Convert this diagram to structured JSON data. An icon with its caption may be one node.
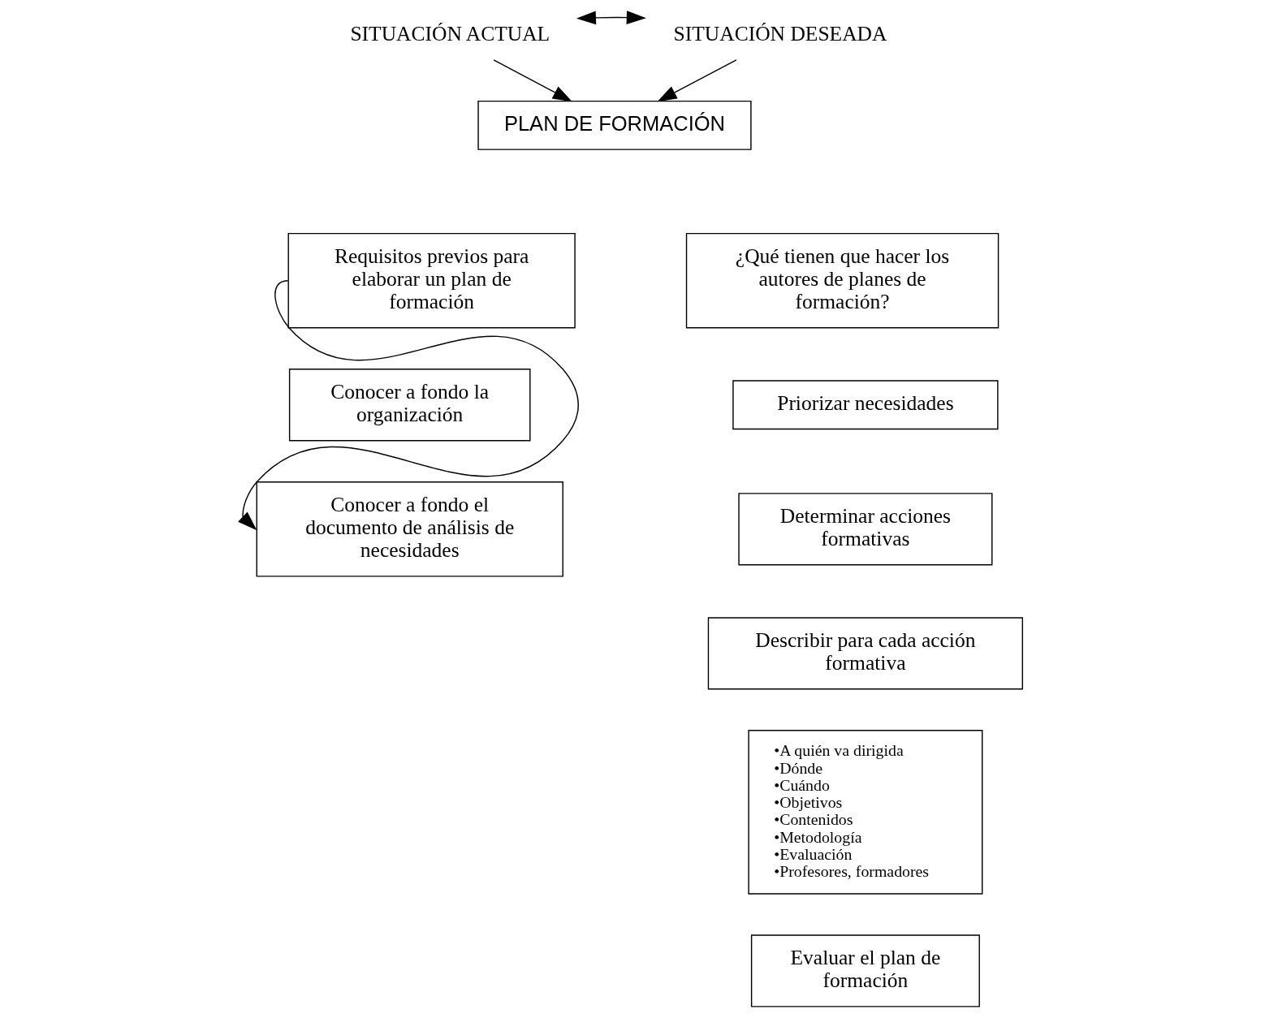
{
  "diagram": {
    "nodes": [
      {
        "text": [
          "SITUACIÓN ACTUAL"
        ]
      },
      {
        "text": [
          "SITUACIÓN DESEADA"
        ]
      },
      {
        "text": [
          "PLAN DE FORMACIÓN"
        ]
      },
      {
        "text": [
          "Requisitos previos para elaborar un plan de formación"
        ]
      },
      {
        "text": [
          "Conocer a fondo la organización"
        ]
      },
      {
        "text": [
          "Conocer a fondo el documento de análisis de necesidades"
        ]
      },
      {
        "text": [
          "¿Qué tienen que hacer los autores de planes de formación?"
        ]
      },
      {
        "text": [
          "Priorizar necesidades"
        ]
      },
      {
        "text": [
          "Determinar acciones formativas"
        ]
      },
      {
        "text": [
          "Describir para cada acción formativa"
        ]
      },
      {
        "text": [
          "•A quién va dirigida",
          "•Dónde",
          "•Cuándo",
          "•Objetivos",
          "•Contenidos",
          "•Metodología",
          "•Evaluación",
          "•Profesores, formadores"
        ]
      },
      {
        "text": [
          "Evaluar el plan de formación"
        ]
      }
    ],
    "edges": [
      {
        "from": 0,
        "to": 1,
        "arrow": "both"
      },
      {
        "from": 0,
        "to": 2,
        "arrow": "to"
      },
      {
        "from": 1,
        "to": 2,
        "arrow": "to"
      },
      {
        "from": 3,
        "to": 5,
        "arrow": "to"
      }
    ]
  }
}
